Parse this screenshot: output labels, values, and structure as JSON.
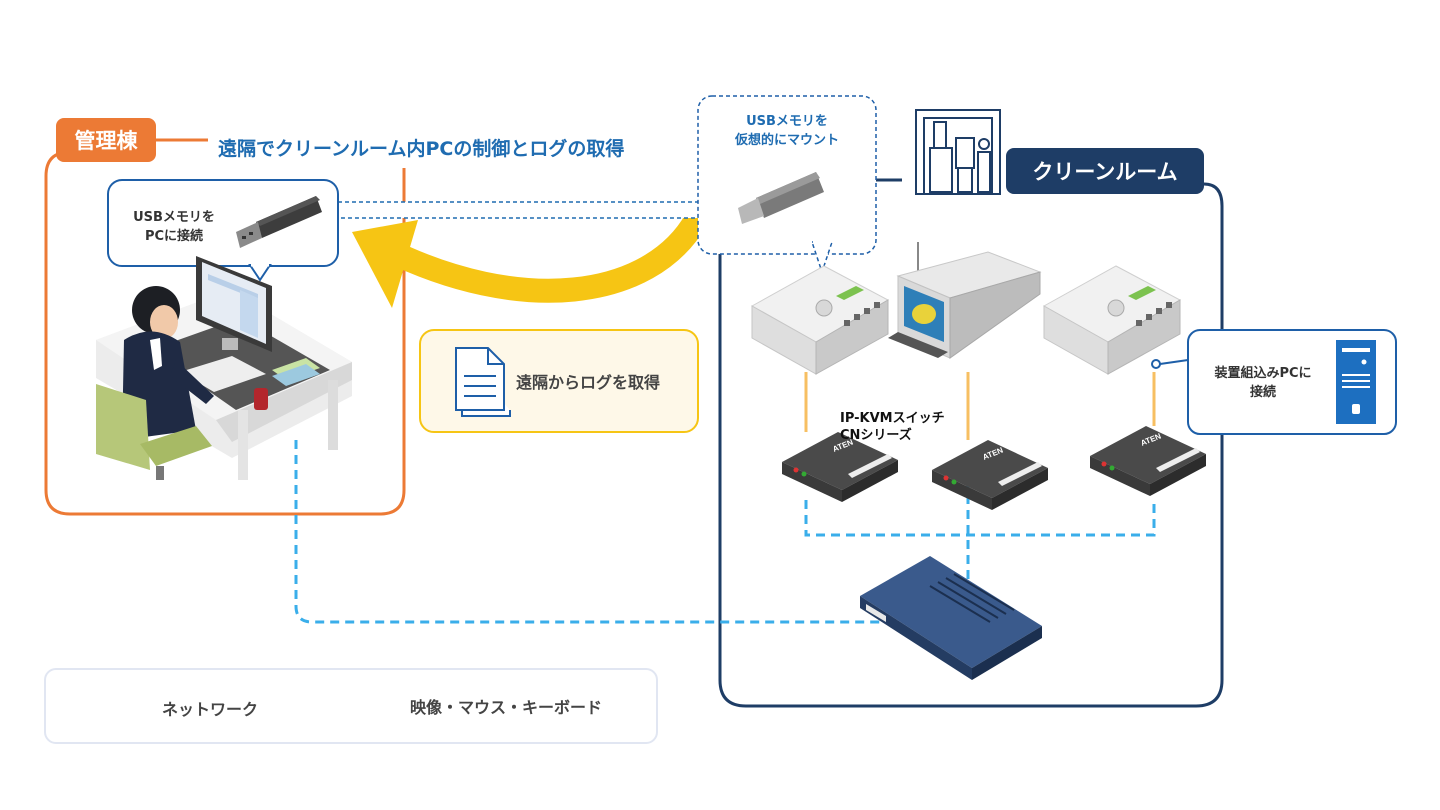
{
  "admin_building": {
    "label": "管理棟",
    "headline": "遠隔でクリーンルーム内PCの制御とログの取得",
    "usb_bubble": {
      "line1": "USBメモリを",
      "line2": "PCに接続"
    }
  },
  "clean_room": {
    "label": "クリーンルーム",
    "virtual_mount_bubble": {
      "line1": "USBメモリを",
      "line2": "仮想的にマウント"
    },
    "kvm_switch": {
      "line1": "IP-KVMスイッチ",
      "line2": "CNシリーズ"
    },
    "kvm_brand": "ATEN",
    "embedded_pc": {
      "line1": "装置組込みPCに",
      "line2": "接続"
    }
  },
  "log_callout": {
    "label": "遠隔からログを取得"
  },
  "legend": {
    "items": [
      {
        "label": "ネットワーク",
        "style": "dashed",
        "color": "#3aaeea"
      },
      {
        "label": "映像・マウス・キーボード",
        "style": "solid",
        "color": "#f7bf62"
      }
    ]
  },
  "colors": {
    "admin_accent": "#ec7a35",
    "clean_room_accent": "#1e3d66",
    "headline": "#1f6cb1",
    "log_arrow": "#f6c514",
    "network_line": "#3aaeea",
    "video_line": "#f7bf62"
  },
  "icons": [
    "usb-stick-icon",
    "document-icon",
    "server-tower-icon",
    "cleanroom-icon",
    "network-switch-icon",
    "kvm-device-icon",
    "industrial-machine-icon",
    "operator-at-desk-icon"
  ]
}
